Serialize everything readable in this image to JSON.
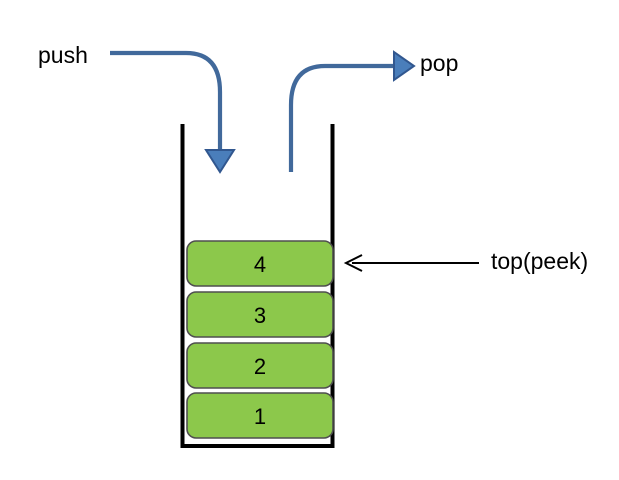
{
  "diagram": {
    "title": "stack-operations-diagram",
    "background_color": "#ffffff",
    "arrow_blue": "#41699B",
    "box_fill": "#8CC84B",
    "box_border": "#4F4F4F",
    "wall_color": "#000000",
    "text_color": "#000000"
  },
  "labels": {
    "push": "push",
    "pop": "pop",
    "top_peek": "top(peek)"
  },
  "stack": {
    "elements": [
      {
        "value": "4",
        "position": "top"
      },
      {
        "value": "3",
        "position": "middle"
      },
      {
        "value": "2",
        "position": "middle"
      },
      {
        "value": "1",
        "position": "bottom"
      }
    ]
  },
  "icons": {
    "push_arrow": "curved-arrow-down-icon",
    "pop_arrow": "curved-arrow-up-right-icon",
    "peek_arrow": "arrow-left-icon",
    "stack_container": "stack-container-icon"
  }
}
